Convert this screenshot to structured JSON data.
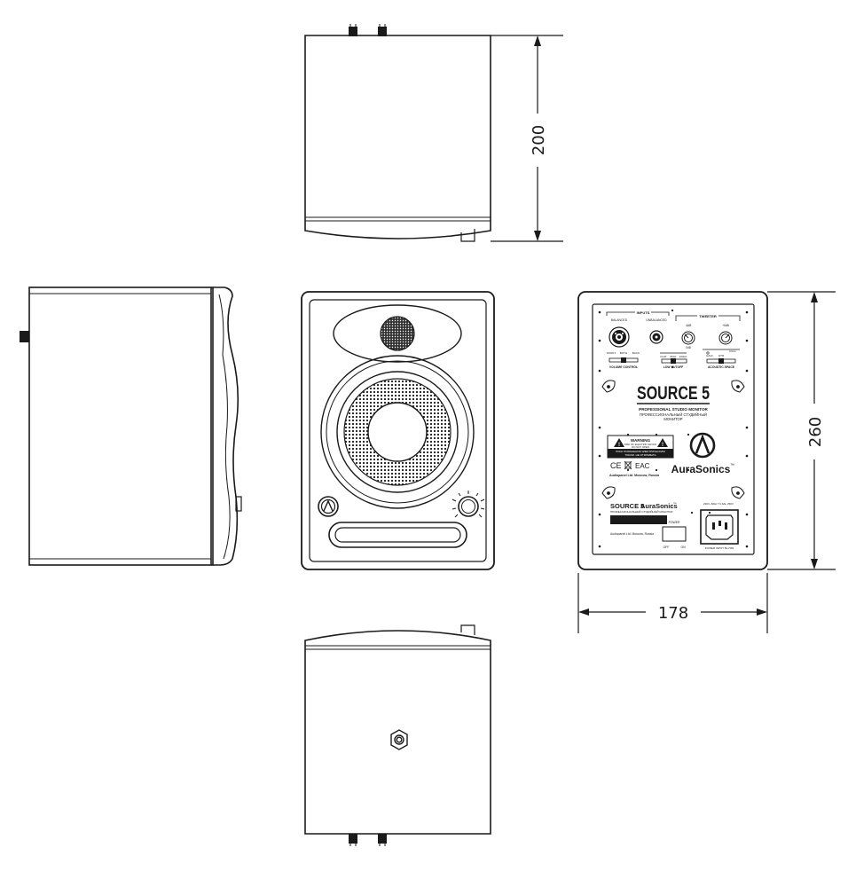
{
  "dimensions": {
    "depth": "200",
    "height": "260",
    "width": "178"
  },
  "rear_panel": {
    "inputs_header": "INPUTS",
    "balanced": "BALANCED",
    "unbalanced": "UNBALANCED",
    "tweeter_header": "TWEETER",
    "tweeter_minus": "-6dB",
    "tweeter_zero": "0dB",
    "tweeter_plus": "+6dB",
    "volume_control": "VOLUME CONTROL",
    "low_cutoff": "LOW CUTOFF",
    "acoustic_space": "ACOUSTIC SPACE",
    "vol_modes": [
      "FRONT",
      "BOTH",
      "BACK"
    ],
    "cut_modes": [
      "FLAT",
      "80Hz",
      "100Hz"
    ],
    "space_modes": [
      "HALF",
      "QTR",
      "FULL"
    ],
    "model": "SOURCE 5",
    "subtitle_en": "PROFESSIONAL STUDIO MONITOR",
    "subtitle_ru_1": "ПРОФЕССИОНАЛЬНЫЙ СТУДИЙНЫЙ",
    "subtitle_ru_2": "МОНИТОР",
    "warning_title": "WARNING",
    "warning_line1": "RISK OF ELECTRIC SHOCK",
    "warning_line2": "DO NOT OPEN",
    "warning_ru1": "РИСК ПОРАЖЕНИЯ ЭЛЕКТРИЧЕСКИМ",
    "warning_ru2": "ТОКОМ. НЕ ОТКРЫВАТЬ",
    "cert_ce": "CE",
    "cert_eac": "EAC",
    "maker": "Audiopanel Ltd. Moscow, Russia",
    "brand": "AuraSonics",
    "tm": "™",
    "label_model": "SOURCE 5",
    "label_brand": "AuraSonics",
    "label_ru": "ПРОФЕССИОНАЛЬНЫЙ СТУДИЙНЫЙ МОНИТОР",
    "label_maker": "Audiopanel Ltd. Moscow, Russia",
    "power": "POWER",
    "off": "OFF",
    "on": "ON",
    "mains": "230V~50Hz T1.6AL 250V",
    "fuse": "POWER INPUT 60-70W"
  },
  "colors": {
    "stroke": "#1a1a1a",
    "background": "#ffffff",
    "dark": "#222222"
  }
}
